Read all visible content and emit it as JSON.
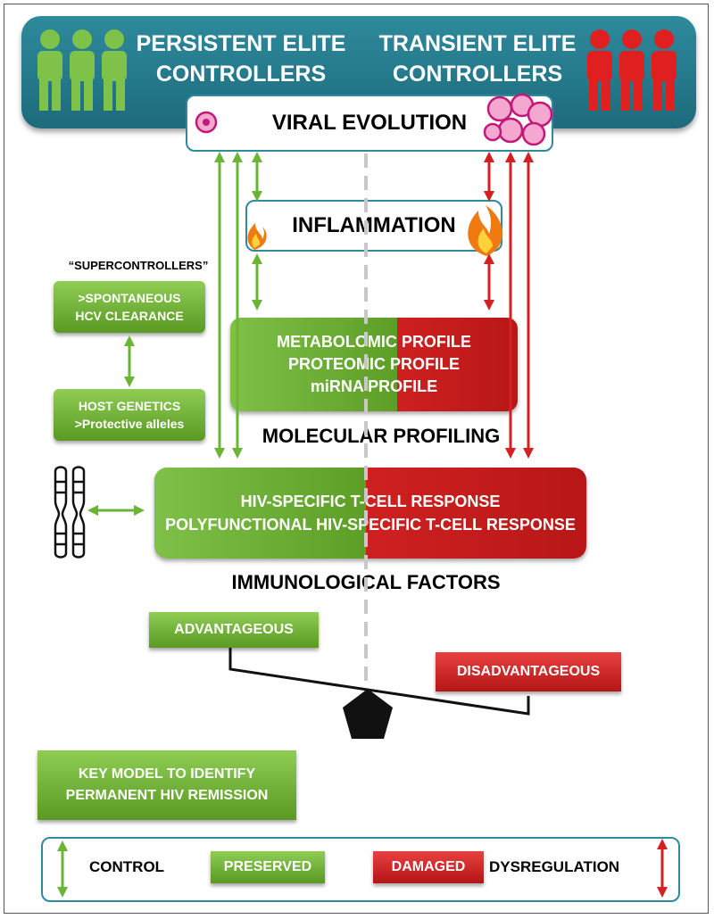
{
  "header": {
    "left_title_line1": "PERSISTENT ELITE",
    "left_title_line2": "CONTROLLERS",
    "right_title_line1": "TRANSIENT ELITE",
    "right_title_line2": "CONTROLLERS"
  },
  "viral_evolution": "VIRAL EVOLUTION",
  "inflammation": "INFLAMMATION",
  "supercontrollers": {
    "title": "“SUPERCONTROLLERS”",
    "box1_line1": ">SPONTANEOUS",
    "box1_line2": "HCV CLEARANCE",
    "box2_line1": "HOST GENETICS",
    "box2_line2": ">Protective alleles"
  },
  "molecular": {
    "line1": "METABOLOMIC PROFILE",
    "line2": "PROTEOMIC PROFILE",
    "line3": "miRNA PROFILE",
    "caption": "MOLECULAR PROFILING"
  },
  "immunological": {
    "line1": "HIV-SPECIFIC T-CELL RESPONSE",
    "line2": "POLYFUNCTIONAL HIV-SPECIFIC T-CELL RESPONSE",
    "caption": "IMMUNOLOGICAL FACTORS"
  },
  "balance": {
    "advantageous": "ADVANTAGEOUS",
    "disadvantageous": "DISADVANTAGEOUS"
  },
  "key_model": {
    "line1": "KEY MODEL TO IDENTIFY",
    "line2": "PERMANENT HIV REMISSION"
  },
  "legend": {
    "control": "CONTROL",
    "preserved": "PRESERVED",
    "damaged": "DAMAGED",
    "dysregulation": "DYSREGULATION"
  },
  "colors": {
    "green": "#6ab536",
    "red": "#d42020",
    "teal": "#2e8a9c"
  }
}
